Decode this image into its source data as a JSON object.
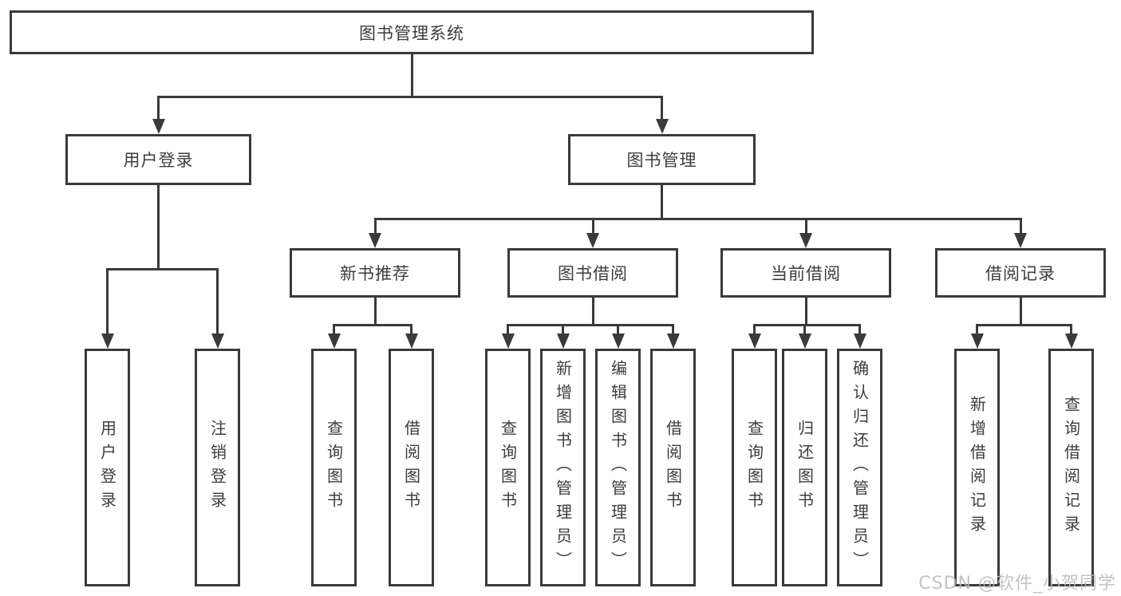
{
  "page": {
    "background": "#ffffff"
  },
  "colors": {
    "line": "#3a3a3a",
    "box_border": "#3a3a3a",
    "text": "#3d3d3d",
    "watermark": "#b9b9b9"
  },
  "watermark": {
    "text": "CSDN @软件_小贺同学"
  },
  "tree": {
    "id": "root",
    "label": "图书管理系统",
    "children": [
      {
        "id": "user-login",
        "label": "用户登录",
        "children": [
          {
            "id": "user-login-leaf",
            "label": "用户登录"
          },
          {
            "id": "logout-leaf",
            "label": "注销登录"
          }
        ]
      },
      {
        "id": "book-management",
        "label": "图书管理",
        "children": [
          {
            "id": "new-book-recommend",
            "label": "新书推荐",
            "children": [
              {
                "id": "query-books-1",
                "label": "查询图书"
              },
              {
                "id": "borrow-books-1",
                "label": "借阅图书"
              }
            ]
          },
          {
            "id": "book-borrowing",
            "label": "图书借阅",
            "children": [
              {
                "id": "query-books-2",
                "label": "查询图书"
              },
              {
                "id": "add-book-admin",
                "label": "新增图书（管理员）"
              },
              {
                "id": "edit-book-admin",
                "label": "编辑图书（管理员）"
              },
              {
                "id": "borrow-books-2",
                "label": "借阅图书"
              }
            ]
          },
          {
            "id": "current-borrowing",
            "label": "当前借阅",
            "children": [
              {
                "id": "query-books-3",
                "label": "查询图书"
              },
              {
                "id": "return-books",
                "label": "归还图书"
              },
              {
                "id": "confirm-return-admin",
                "label": "确认归还（管理员）"
              }
            ]
          },
          {
            "id": "borrow-records",
            "label": "借阅记录",
            "children": [
              {
                "id": "add-borrow-record",
                "label": "新增借阅记录"
              },
              {
                "id": "query-borrow-record",
                "label": "查询借阅记录"
              }
            ]
          }
        ]
      }
    ]
  }
}
